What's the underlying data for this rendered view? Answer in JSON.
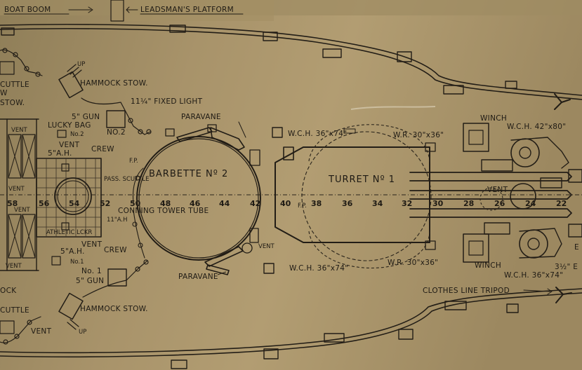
{
  "labels": {
    "boat_boom": "BOAT BOOM",
    "leadsmans_platform": "LEADSMAN'S PLATFORM",
    "hammock_stow_top": "HAMMOCK STOW.",
    "hammock_stow_bottom": "HAMMOCK STOW.",
    "up_top": "UP",
    "up_bottom": "UP",
    "fixed_light": "11¼\" FIXED LIGHT",
    "paravane_top": "PARAVANE",
    "paravane_bottom": "PARAVANE",
    "barbette": "BARBETTE Nº 2",
    "turret": "TURRET Nº 1",
    "gun_5_top": "5\" GUN",
    "no2": "NO.2",
    "lucky_bag": "LUCKY BAG",
    "no2_small": "No.2",
    "vent_top": "VENT",
    "ah_5_top": "5\"A.H.",
    "crew_top": "CREW",
    "crew_bottom": "CREW",
    "fp_top": "F.P.",
    "pass_scuttle": "PASS. SCUTTLE",
    "conning_tower_tube": "CONNING TOWER TUBE",
    "ah_11": "11\"A.H",
    "athletic_locker": "ATHLETIC LCKR",
    "vent_mid": "VENT",
    "ah_5_bottom": "5\"A.H.",
    "no1_small": "No.1",
    "no1": "No. 1",
    "gun_5_bottom": "5\" GUN",
    "vent_barbette": "VENT",
    "vent_bottom_left": "VENT",
    "wch_top": "W.C.H. 36\"x74\"",
    "wch_bottom": "W.C.H. 36\"x74\"",
    "wr_top": "W.R. 30\"x36\"",
    "wr_bottom": "W.R. 30\"x36\"",
    "winch_top": "WINCH",
    "winch_bottom": "WINCH",
    "wch_right_top": "W.C.H. 42\"x80\"",
    "wch_right_bottom": "W.C.H. 36\"x74\"",
    "vent_right": "VENT",
    "clothes_tripod": "CLOTHES LINE TRIPOD",
    "fp_center": "F.P.",
    "cut_left_1": "CUTTLE",
    "cut_left_2": "STOW.",
    "cut_left_3": "OCK",
    "cut_left_4": "CUTTLE",
    "cut_left_w": "W",
    "cut_right_1": "3½\" E",
    "cut_right_e": "E"
  },
  "frames": [
    "58",
    "56",
    "54",
    "52",
    "50",
    "48",
    "46",
    "44",
    "42",
    "40",
    "38",
    "36",
    "34",
    "32",
    "30",
    "28",
    "26",
    "24",
    "22"
  ],
  "vent_side_labels": [
    "VENT",
    "VENT",
    "VENT",
    "VENT"
  ]
}
